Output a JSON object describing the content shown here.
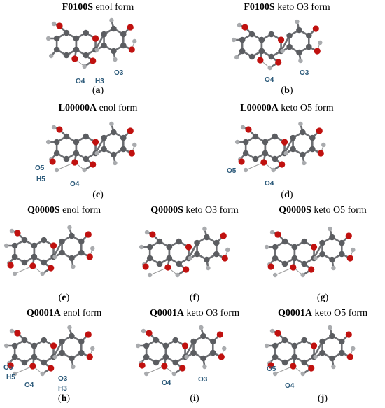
{
  "panels": [
    {
      "code": "F0100S",
      "form": "enol form",
      "caption": "a",
      "labels": [
        "O4",
        "H3",
        "O3"
      ]
    },
    {
      "code": "F0100S",
      "form": "keto O3 form",
      "caption": "b",
      "labels": [
        "O4",
        "O3"
      ]
    },
    {
      "code": "L00000A",
      "form": "enol form",
      "caption": "c",
      "labels": [
        "O5",
        "H5",
        "O4"
      ]
    },
    {
      "code": "L00000A",
      "form": "keto O5 form",
      "caption": "d",
      "labels": [
        "O5",
        "O4"
      ]
    },
    {
      "code": "Q0000S",
      "form": "enol form",
      "caption": "e",
      "labels": []
    },
    {
      "code": "Q0000S",
      "form": "keto O3 form",
      "caption": "f",
      "labels": []
    },
    {
      "code": "Q0000S",
      "form": "keto O5 form",
      "caption": "g",
      "labels": []
    },
    {
      "code": "Q0001A",
      "form": "enol form",
      "caption": "h",
      "labels": [
        "O5",
        "H5",
        "O4",
        "H3",
        "O3"
      ]
    },
    {
      "code": "Q0001A",
      "form": "keto O3 form",
      "caption": "i",
      "labels": [
        "O4",
        "O3"
      ]
    },
    {
      "code": "Q0001A",
      "form": "keto O5 form",
      "caption": "j",
      "labels": [
        "O5",
        "O4"
      ]
    }
  ],
  "colors": {
    "carbon": "#5b5d61",
    "oxygen": "#c0110f",
    "hydrogen": "#a9abae",
    "label": "#2c5a7a",
    "hbond": "#9a9a9a"
  }
}
